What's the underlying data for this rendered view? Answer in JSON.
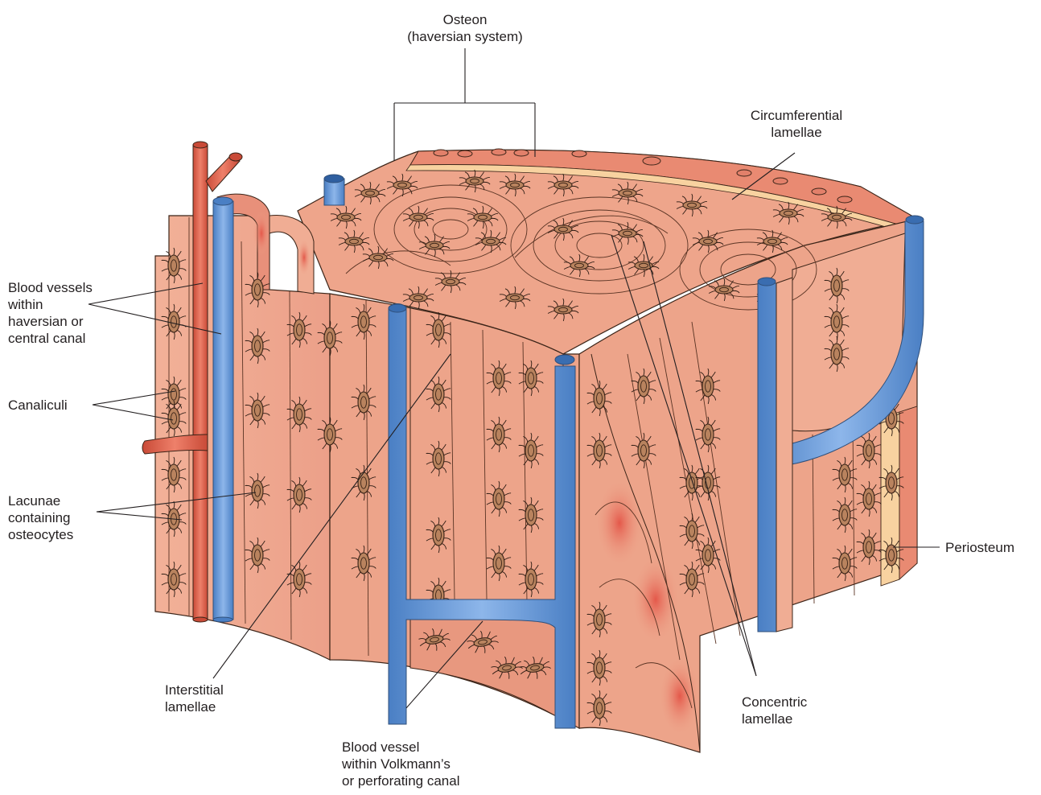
{
  "diagram": {
    "colors": {
      "bone": "#eea58b",
      "bone_dark": "#e4917a",
      "bone_light": "#f4bca5",
      "periosteum": "#e98a72",
      "periosteum_band": "#f8d2a0",
      "artery": "#e0654e",
      "vein": "#6e9fdc",
      "lacuna": "#b9835e",
      "outline": "#3b2418"
    },
    "labels": {
      "osteon": [
        "Osteon",
        "(haversian system)"
      ],
      "circumferential": [
        "Circumferential",
        "lamellae"
      ],
      "blood_vessels": [
        "Blood vessels",
        "within",
        "haversian or",
        "central canal"
      ],
      "canaliculi": [
        "Canaliculi"
      ],
      "lacunae": [
        "Lacunae",
        "containing",
        "osteocytes"
      ],
      "periosteum": [
        "Periosteum"
      ],
      "interstitial": [
        "Interstitial",
        "lamellae"
      ],
      "volkmann": [
        "Blood vessel",
        "within Volkmann’s",
        "or perforating canal"
      ],
      "concentric": [
        "Concentric",
        "lamellae"
      ]
    }
  }
}
